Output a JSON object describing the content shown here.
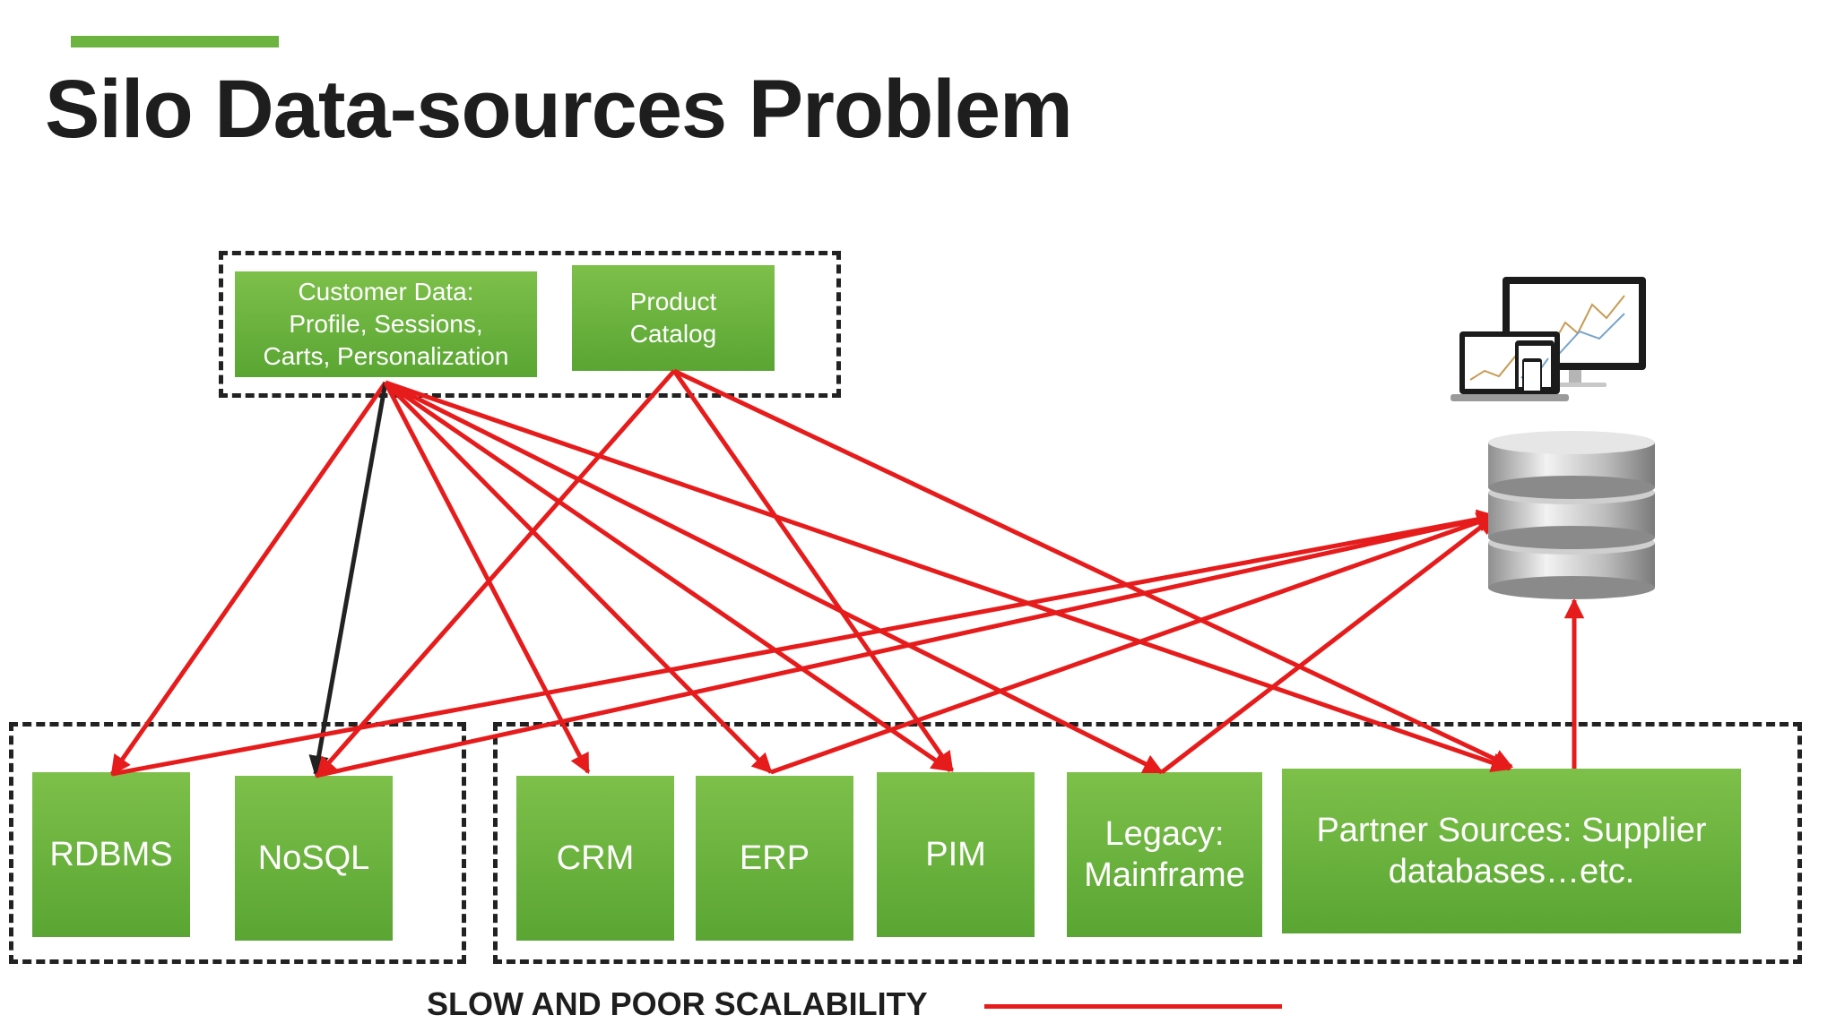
{
  "slide": {
    "title": "Silo Data-sources Problem",
    "accent_color": "#6db33f"
  },
  "top_group": {
    "customer_data": "Customer Data:\nProfile, Sessions,\nCarts, Personalization",
    "product_catalog": "Product\nCatalog"
  },
  "bottom_group_left": {
    "rdbms": "RDBMS",
    "nosql": "NoSQL"
  },
  "bottom_group_right": {
    "crm": "CRM",
    "erp": "ERP",
    "pim": "PIM",
    "legacy": "Legacy:\nMainframe",
    "partner": "Partner Sources: Supplier\ndatabases…etc."
  },
  "icons": {
    "devices": "devices-icon",
    "database": "database-icon"
  },
  "legend": {
    "label": "SLOW AND POOR SCALABILITY",
    "line_color": "#e61c1c"
  },
  "colors": {
    "box_green": "#6db33f",
    "arrow_red": "#e61c1c",
    "arrow_black": "#222222"
  }
}
